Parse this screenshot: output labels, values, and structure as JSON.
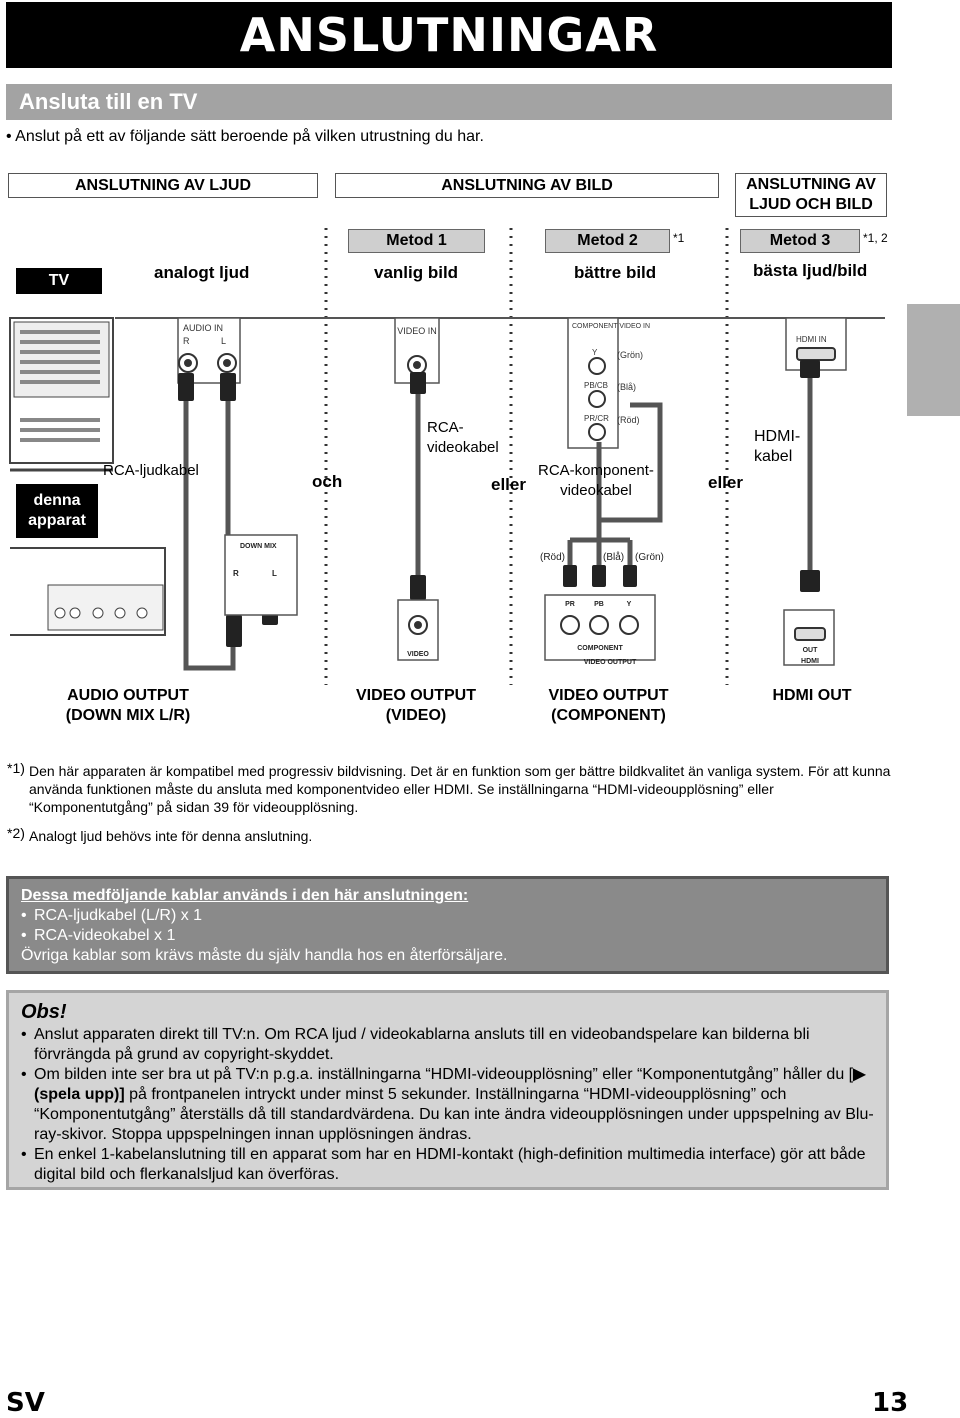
{
  "page": {
    "title": "ANSLUTNINGAR",
    "section": "Ansluta till en TV",
    "intro": "Anslut på ett av följande sätt beroende på vilken utrustning du har.",
    "footer_lang": "SV",
    "page_number": "13"
  },
  "headers": {
    "audio": "ANSLUTNING AV LJUD",
    "video": "ANSLUTNING AV BILD",
    "audio_video": "ANSLUTNING AV LJUD OCH BILD"
  },
  "methods": {
    "m1": "Metod 1",
    "m2": "Metod 2",
    "m2_note": "*1",
    "m3": "Metod 3",
    "m3_note": "*1, 2"
  },
  "row_labels": {
    "tv": "TV",
    "analog": "analogt ljud",
    "normal": "vanlig bild",
    "better": "bättre bild",
    "best": "bästa ljud/bild"
  },
  "diagram": {
    "device": "denna apparat",
    "tv_audio_in": "AUDIO IN",
    "r": "R",
    "l": "L",
    "tv_video_in": "VIDEO IN",
    "tv_component_in": "COMPONENT VIDEO IN",
    "y": "Y",
    "pb": "PB/CB",
    "pr": "PR/CR",
    "green": "(Grön)",
    "blue": "(Blå)",
    "red": "(Röd)",
    "hdmi_in": "HDMI IN",
    "rca_audio_cable": "RCA-ljudkabel",
    "rca_video_cable_1": "RCA-",
    "rca_video_cable_2": "videokabel",
    "rca_component_cable_1": "RCA-komponent-",
    "rca_component_cable_2": "videokabel",
    "hdmi_cable_1": "HDMI-",
    "hdmi_cable_2": "kabel",
    "and": "och",
    "or1": "eller",
    "or2": "eller",
    "down_mix": "DOWN MIX",
    "video_jack": "VIDEO",
    "comp_r": "PR",
    "comp_b": "PB",
    "comp_y": "Y",
    "component": "COMPONENT",
    "video_output": "VIDEO OUTPUT",
    "out": "OUT",
    "hdmi": "HDMI",
    "bot_red": "(Röd)",
    "bot_blue": "(Blå)",
    "bot_green": "(Grön)"
  },
  "outputs": {
    "audio_1": "AUDIO OUTPUT",
    "audio_2": "(DOWN MIX L/R)",
    "video_1": "VIDEO OUTPUT",
    "video_2": "(VIDEO)",
    "comp_1": "VIDEO OUTPUT",
    "comp_2": "(COMPONENT)",
    "hdmi": "HDMI OUT"
  },
  "footnotes": {
    "n1_mark": "*1)",
    "n1_text": "Den här apparaten är kompatibel med progressiv bildvisning. Det är en funktion som ger bättre bildkvalitet än vanliga system. För att kunna använda funktionen måste du ansluta med komponentvideo eller HDMI. Se inställningarna “HDMI-videoupplösning” eller “Komponentutgång” på sidan 39 för videoupplösning.",
    "n2_mark": "*2)",
    "n2_text": "Analogt ljud behövs inte för denna anslutning."
  },
  "cables": {
    "heading": "Dessa medföljande kablar används i den här anslutningen:",
    "items": [
      "RCA-ljudkabel (L/R) x 1",
      "RCA-videokabel x 1"
    ],
    "note": "Övriga kablar som krävs måste du själv handla hos en återförsäljare."
  },
  "obs": {
    "heading": "Obs!",
    "item1": "Anslut apparaten direkt till TV:n. Om RCA ljud / videokablarna ansluts till en videobandspelare kan bilderna bli förvrängda på grund av copyright-skyddet.",
    "item2_a": "Om bilden inte ser bra ut på TV:n p.g.a. inställningarna “HDMI-videoupplösning” eller “Komponentutgång” håller du [",
    "item2_b": "▶ (spela upp)]",
    "item2_c": " på frontpanelen intryckt under minst 5 sekunder. Inställningarna “HDMI-videoupplösning” och “Komponentutgång” återställs då till standardvärdena. Du kan inte ändra videoupplösningen under uppspelning av Blu-ray-skivor. Stoppa uppspelningen innan upplösningen ändras.",
    "item3": "En enkel 1-kabelanslutning till en apparat som har en HDMI-kontakt (high-definition multimedia interface) gör att både digital bild och flerkanalsljud kan överföras."
  }
}
